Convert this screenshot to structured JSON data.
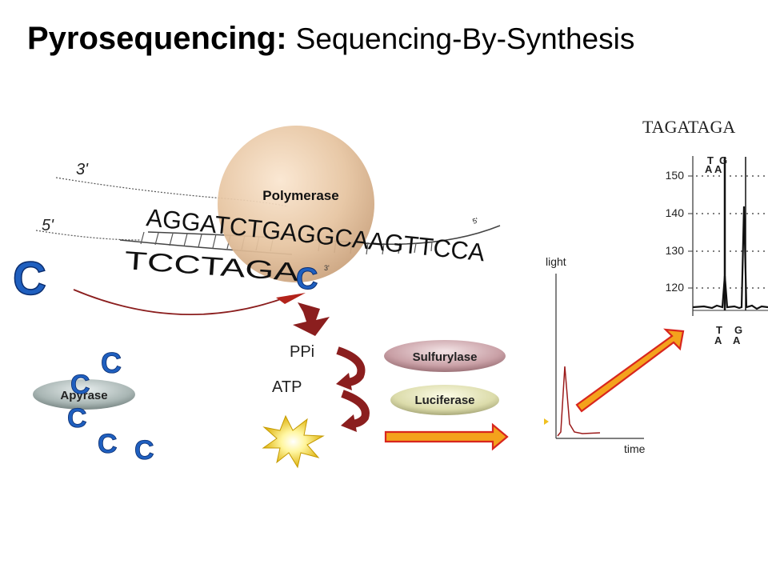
{
  "title": {
    "bold": "Pyrosequencing:",
    "rest": "Sequencing-By-Synthesis"
  },
  "strand": {
    "label_3prime": "3'",
    "label_5prime": "5'",
    "template_seq": "AGGATCTGAGGCAAGTTCCA",
    "end_5": "5'",
    "primer_seq": "TCCTAGA",
    "added_base": "C",
    "end_3": "3'"
  },
  "enzymes": {
    "polymerase": "Polymerase",
    "sulfurylase": "Sulfurylase",
    "luciferase": "Luciferase",
    "apyrase": "Apyrase"
  },
  "molecules": {
    "ppi": "PPi",
    "atp": "ATP"
  },
  "nucleotide": "C",
  "light_plot": {
    "ylabel": "light",
    "xlabel": "time"
  },
  "pyrogram": {
    "sequence_title": "TAGATAGA",
    "top_bases": [
      "T",
      "G",
      "A",
      "A"
    ],
    "bottom_bases": [
      "T",
      "G",
      "A",
      "A"
    ],
    "y_ticks": [
      "150",
      "140",
      "130",
      "120"
    ]
  },
  "colors": {
    "arrow_fill": "#f4a21c",
    "arrow_stroke": "#d8261e",
    "nucleotide_blue": "#1f5fbf",
    "down_arrow": "#8b1e1e",
    "enzyme_fill": "#c9a0a6",
    "polymerase_fill": "#e6c4a0"
  }
}
